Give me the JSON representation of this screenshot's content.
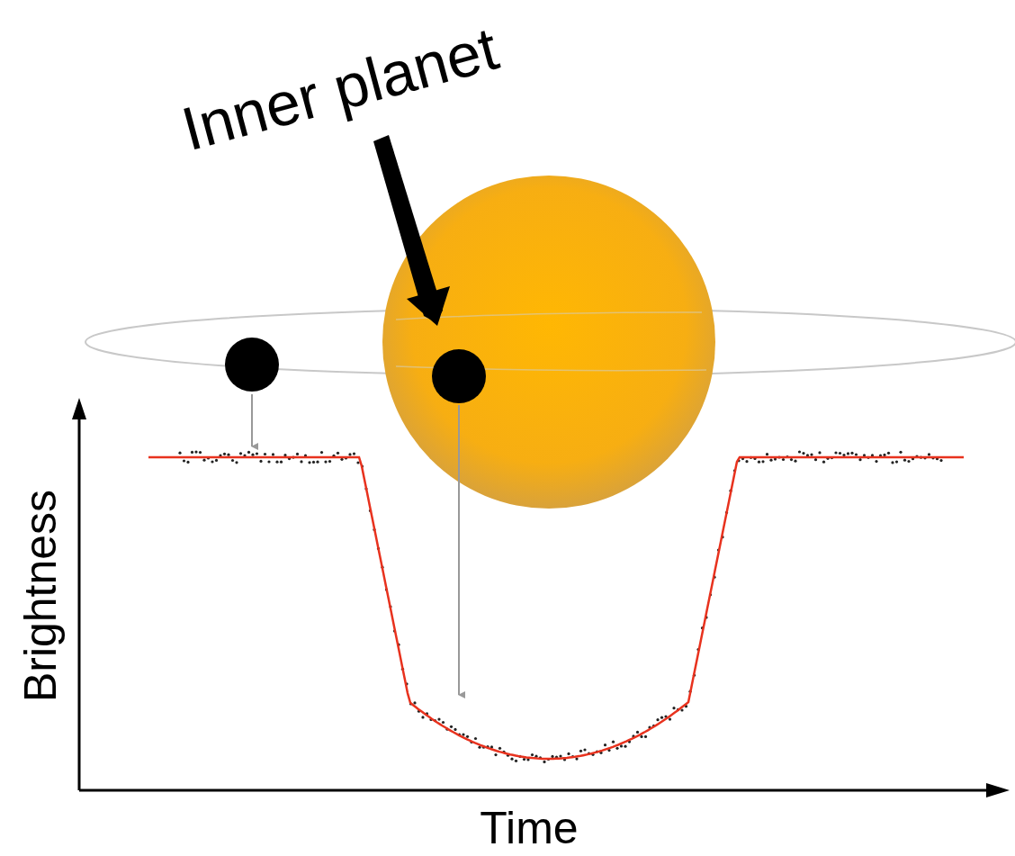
{
  "diagram": {
    "labels": [
      "Inner planet",
      "Brightness",
      "Time"
    ]
  }
}
